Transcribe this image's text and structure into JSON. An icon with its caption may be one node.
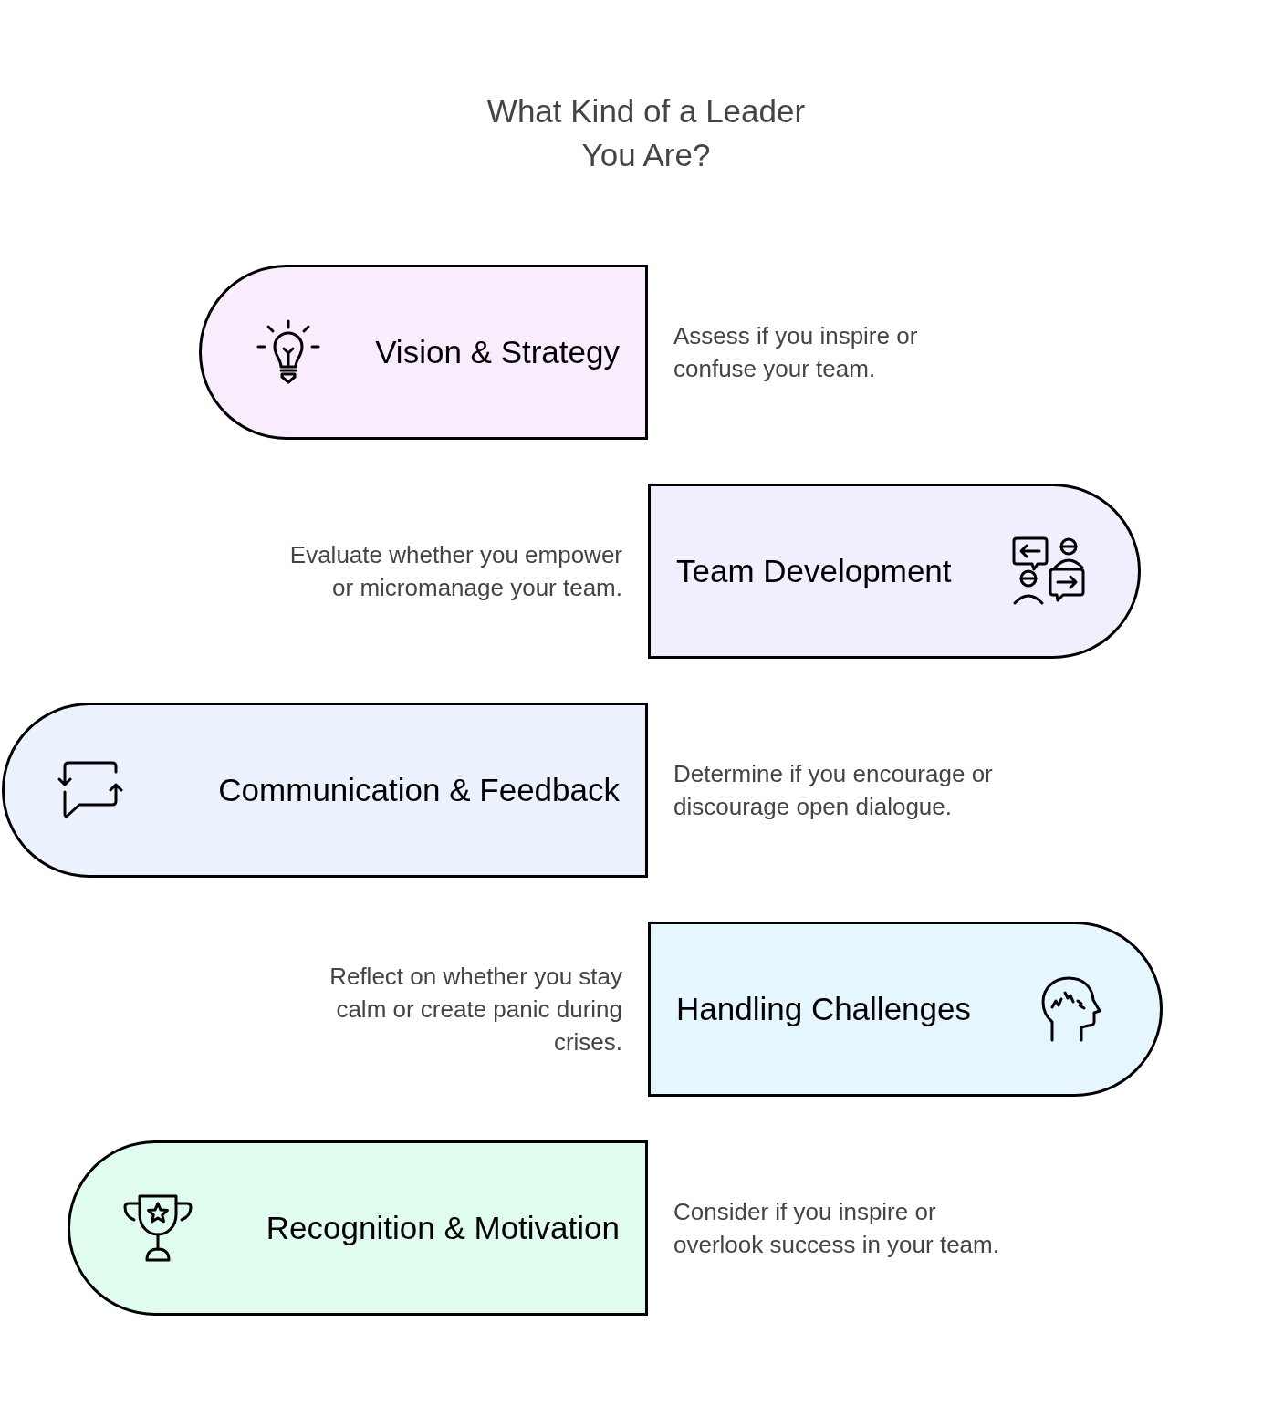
{
  "diagram": {
    "title": "What Kind of a Leader You Are?",
    "nodes": [
      {
        "text": [
          "Vision & Strategy"
        ],
        "beside": [
          "Assess if you inspire or confuse your team."
        ]
      },
      {
        "text": [
          "Team Development"
        ],
        "beside": [
          "Evaluate whether you empower or micromanage your team."
        ]
      },
      {
        "text": [
          "Communication & Feedback"
        ],
        "beside": [
          "Determine if you encourage or discourage open dialogue."
        ]
      },
      {
        "text": [
          "Handling Challenges"
        ],
        "beside": [
          "Reflect on whether you stay calm or create panic during crises."
        ]
      },
      {
        "text": [
          "Recognition & Motivation"
        ],
        "beside": [
          "Consider if you inspire or overlook success in your team."
        ]
      }
    ]
  }
}
